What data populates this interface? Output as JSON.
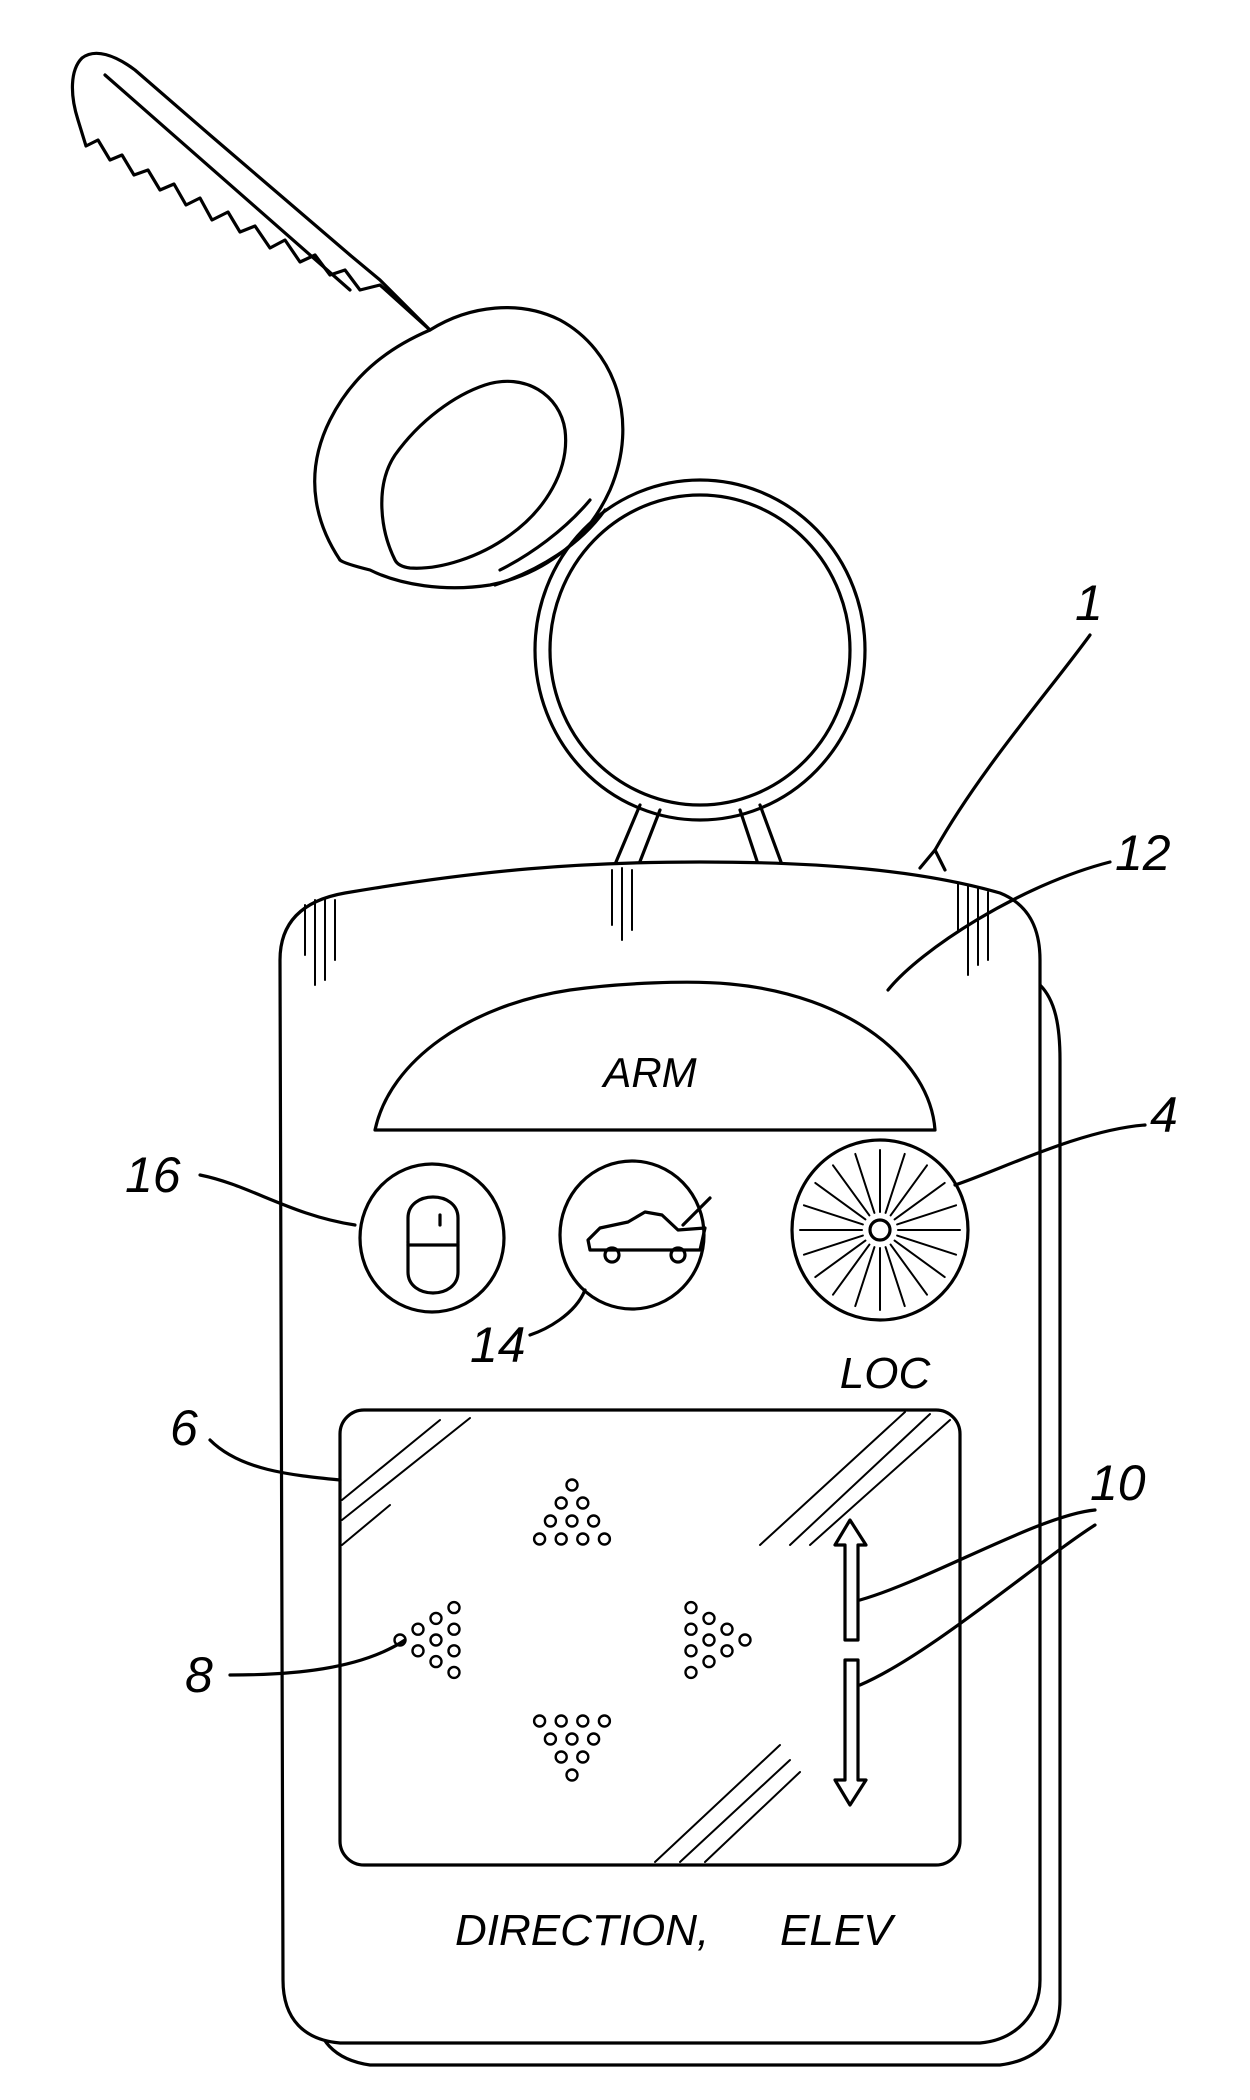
{
  "figure": {
    "reference_numerals": {
      "device": "1",
      "locator_button": "4",
      "display": "6",
      "direction_indicator": "8",
      "elevation_indicator": "10",
      "arm_button": "12",
      "trunk_button": "14",
      "lock_button": "16"
    },
    "labels": {
      "arm": "ARM",
      "loc": "LOC",
      "direction": "DIRECTION,",
      "elev": "ELEV"
    },
    "icons": {
      "lock_button": "padlock-icon",
      "trunk_button": "car-trunk-icon",
      "locator_button": "starburst-icon"
    },
    "colors": {
      "ink": "#000000",
      "paper": "#ffffff"
    }
  }
}
